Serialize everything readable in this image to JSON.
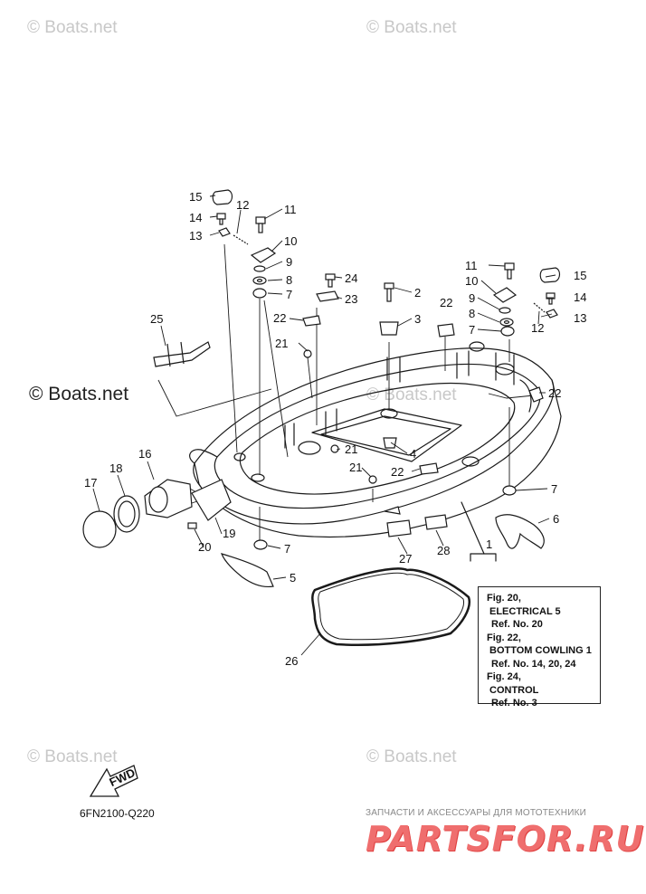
{
  "watermarks": {
    "top_left": "© Boats.net",
    "top_right": "© Boats.net",
    "mid_left": "© Boats.net",
    "mid_center": "© Boats.net",
    "bottom_left": "© Boats.net",
    "bottom_right": "© Boats.net"
  },
  "callouts": {
    "n1": "1",
    "n2": "2",
    "n3": "3",
    "n4": "4",
    "n5": "5",
    "n6": "6",
    "n7": "7",
    "n8": "8",
    "n9": "9",
    "n10": "10",
    "n11": "11",
    "n12": "12",
    "n13": "13",
    "n14": "14",
    "n15": "15",
    "n16": "16",
    "n17": "17",
    "n18": "18",
    "n19": "19",
    "n20": "20",
    "n21": "21",
    "n22": "22",
    "n23": "23",
    "n24": "24",
    "n25": "25",
    "n26": "26",
    "n27": "27",
    "n28": "28"
  },
  "reference_box": {
    "line1": "Fig. 20,",
    "line2": "ELECTRICAL 5",
    "line3": "Ref. No. 20",
    "line4": "Fig. 22,",
    "line5": "BOTTOM COWLING 1",
    "line6": "Ref. No. 14, 20, 24",
    "line7": "Fig. 24,",
    "line8": "CONTROL",
    "line9": "Ref. No. 3"
  },
  "fwd_label": "FWD",
  "diagram_code": "6FN2100-Q220",
  "promo_text": "ЗАПЧАСТИ И АКСЕССУАРЫ ДЛЯ МОТОТЕХНИКИ",
  "logo_text": "PARTSFOR.RU",
  "colors": {
    "line": "#1a1a1a",
    "watermark": "#c8c8c8",
    "logo": "#ef6e6e"
  }
}
